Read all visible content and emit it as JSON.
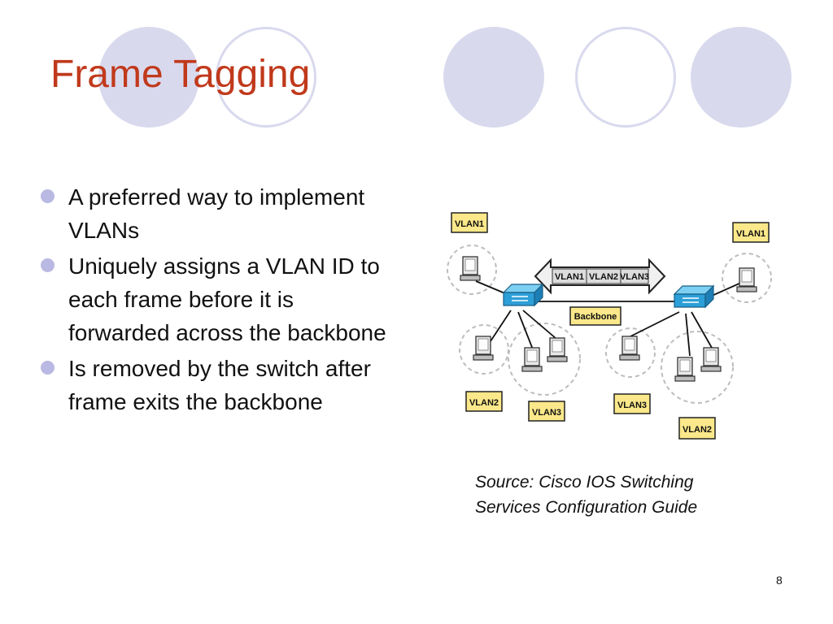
{
  "slide": {
    "title": "Frame Tagging",
    "page_number": "8",
    "bullets": [
      "A preferred way to implement VLANs",
      "Uniquely assigns a VLAN ID to each frame before it is forwarded across the backbone",
      "Is removed by the switch after frame exits the backbone"
    ],
    "source_lines": [
      "Source: Cisco IOS Switching",
      "Services Configuration Guide"
    ]
  },
  "diagram": {
    "backbone_label": "Backbone",
    "trunk_labels": [
      "VLAN1",
      "VLAN2",
      "VLAN3"
    ],
    "vlan_tags": {
      "left_top": "VLAN1",
      "right_top": "VLAN1",
      "left_bottom": "VLAN2",
      "center_left_bottom": "VLAN3",
      "center_right_bottom": "VLAN3",
      "right_bottom": "VLAN2"
    }
  },
  "colors": {
    "title": "#c0391b",
    "decor_circle": "#d9d9ee",
    "bullet_dot": "#b9b9e3",
    "switch": "#2d9fd8",
    "vlan_tag": "#fbe88a"
  }
}
